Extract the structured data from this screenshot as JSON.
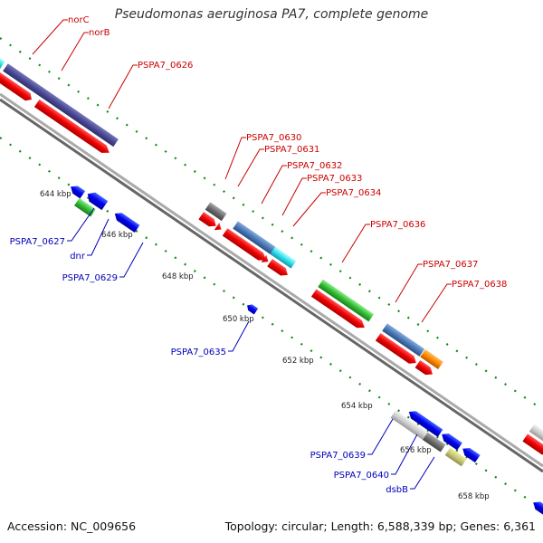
{
  "title": "Pseudomonas aeruginosa PA7, complete genome",
  "footer": {
    "accession": "Accession: NC_009656",
    "summary": "Topology: circular; Length: 6,588,339 bp; Genes: 6,361"
  },
  "ticks": [
    "644 kbp",
    "646 kbp",
    "648 kbp",
    "650 kbp",
    "652 kbp",
    "654 kbp",
    "656 kbp",
    "658 kbp"
  ],
  "forward_labels": [
    "norC",
    "norB",
    "PSPA7_0626",
    "PSPA7_0630",
    "PSPA7_0631",
    "PSPA7_0632",
    "PSPA7_0633",
    "PSPA7_0634",
    "PSPA7_0636",
    "PSPA7_0637",
    "PSPA7_0638"
  ],
  "reverse_labels": [
    "PSPA7_0627",
    "dnr",
    "PSPA7_0629",
    "PSPA7_0635",
    "PSPA7_0639",
    "PSPA7_0640",
    "dsbB"
  ],
  "colors": {
    "forward_label": "#cc0000",
    "reverse_label": "#0000bb",
    "cds": "#ee0000",
    "reverse_gene": "#0000ee",
    "backbone": "#999999",
    "dots": "#118811"
  }
}
